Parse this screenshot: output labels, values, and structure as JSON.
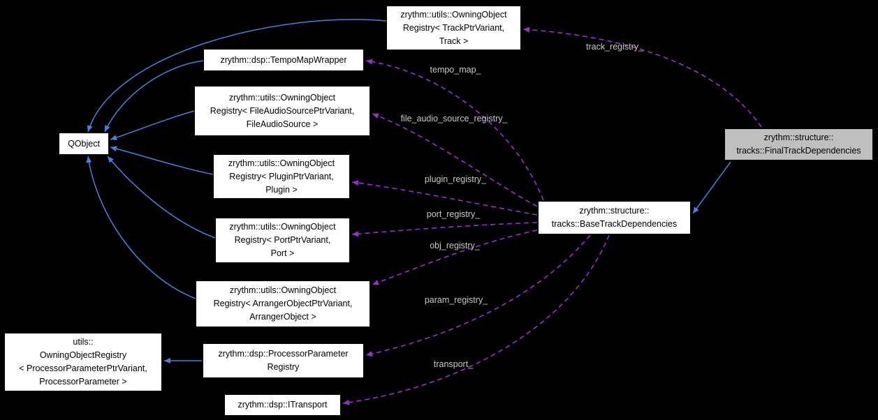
{
  "diagram": {
    "background": "#000000",
    "colors": {
      "node_fill": "#ffffff",
      "node_border": "#000000",
      "node_text": "#000000",
      "highlight_node_fill": "#bfbfbf",
      "inheritance_edge": "#4f7fdb",
      "usage_edge": "#9b30d0",
      "edge_label_text": "#c8c8c8"
    },
    "nodes": [
      {
        "id": "qobject",
        "label": "QObject"
      },
      {
        "id": "tempo-map-wrapper",
        "label": "zrythm::dsp::TempoMapWrapper"
      },
      {
        "id": "track-registry",
        "label": "zrythm::utils::OwningObject\nRegistry< TrackPtrVariant,\nTrack >"
      },
      {
        "id": "file-audio-source-registry",
        "label": "zrythm::utils::OwningObject\nRegistry< FileAudioSourcePtrVariant,\nFileAudioSource >"
      },
      {
        "id": "plugin-registry",
        "label": "zrythm::utils::OwningObject\nRegistry< PluginPtrVariant,\nPlugin >"
      },
      {
        "id": "port-registry",
        "label": "zrythm::utils::OwningObject\nRegistry< PortPtrVariant,\nPort >"
      },
      {
        "id": "arranger-object-registry",
        "label": "zrythm::utils::OwningObject\nRegistry< ArrangerObjectPtrVariant,\nArrangerObject >"
      },
      {
        "id": "processor-parameter-owning-registry",
        "label": "utils::\nOwningObjectRegistry\n< ProcessorParameterPtrVariant,\nProcessorParameter >"
      },
      {
        "id": "processor-parameter-registry",
        "label": "zrythm::dsp::ProcessorParameter\nRegistry"
      },
      {
        "id": "itransport",
        "label": "zrythm::dsp::ITransport"
      },
      {
        "id": "base-track-dependencies",
        "label": "zrythm::structure::\ntracks::BaseTrackDependencies"
      },
      {
        "id": "final-track-dependencies",
        "label": "zrythm::structure::\ntracks::FinalTrackDependencies"
      }
    ],
    "edges": {
      "usage": [
        {
          "label": "track_registry_",
          "from": "final-track-dependencies",
          "to": "track-registry"
        },
        {
          "label": "tempo_map_",
          "from": "base-track-dependencies",
          "to": "tempo-map-wrapper"
        },
        {
          "label": "file_audio_source_registry_",
          "from": "base-track-dependencies",
          "to": "file-audio-source-registry"
        },
        {
          "label": "plugin_registry_",
          "from": "base-track-dependencies",
          "to": "plugin-registry"
        },
        {
          "label": "port_registry_",
          "from": "base-track-dependencies",
          "to": "port-registry"
        },
        {
          "label": "obj_registry_",
          "from": "base-track-dependencies",
          "to": "arranger-object-registry"
        },
        {
          "label": "param_registry_",
          "from": "base-track-dependencies",
          "to": "processor-parameter-registry"
        },
        {
          "label": "transport_",
          "from": "base-track-dependencies",
          "to": "itransport"
        }
      ],
      "inheritance": [
        {
          "from": "tempo-map-wrapper",
          "to": "qobject"
        },
        {
          "from": "track-registry",
          "to": "qobject"
        },
        {
          "from": "file-audio-source-registry",
          "to": "qobject"
        },
        {
          "from": "plugin-registry",
          "to": "qobject"
        },
        {
          "from": "port-registry",
          "to": "qobject"
        },
        {
          "from": "arranger-object-registry",
          "to": "qobject"
        },
        {
          "from": "final-track-dependencies",
          "to": "base-track-dependencies"
        },
        {
          "from": "processor-parameter-registry",
          "to": "processor-parameter-owning-registry"
        }
      ]
    }
  }
}
